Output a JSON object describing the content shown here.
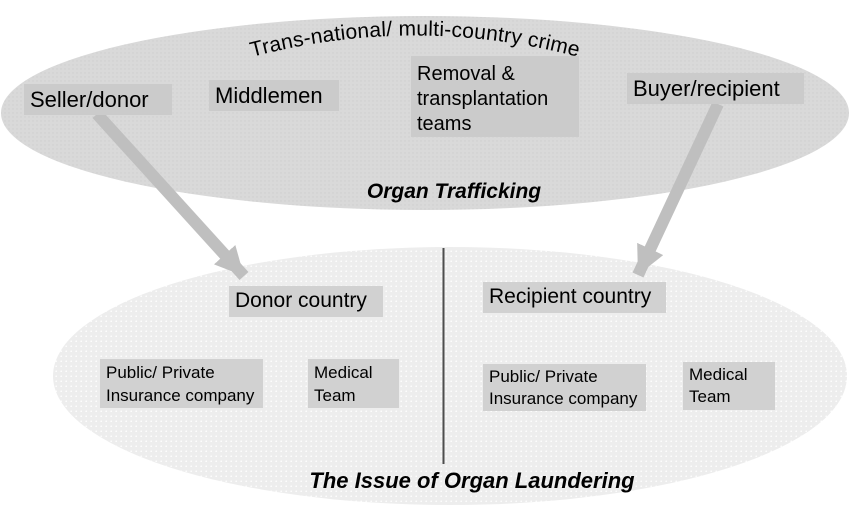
{
  "colors": {
    "top_ellipse": "#d9d9d9",
    "top_ellipse_dot": "#cfcfcf",
    "bottom_ellipse": "#ededed",
    "bottom_ellipse_dot": "#ffffff",
    "top_box": "#cbcbcb",
    "bottom_box": "#d1d1d1",
    "arrow": "#bfbfbf",
    "divider": "#4d4d4d",
    "text": "#000000"
  },
  "trafficking_group": {
    "arc_label": "Trans-national/ multi-country crime",
    "title": "Organ Trafficking",
    "seller": "Seller/donor",
    "middlemen": "Middlemen",
    "removal_teams": "Removal & transplantation teams",
    "buyer": "Buyer/recipient"
  },
  "laundering_group": {
    "title": "The Issue of Organ Laundering",
    "donor_side": {
      "country": "Donor country",
      "insurance": "Public/ Private Insurance company",
      "medical": "Medical Team"
    },
    "recipient_side": {
      "country": "Recipient country",
      "insurance": "Public/ Private Insurance company",
      "medical": "Medical Team"
    }
  }
}
